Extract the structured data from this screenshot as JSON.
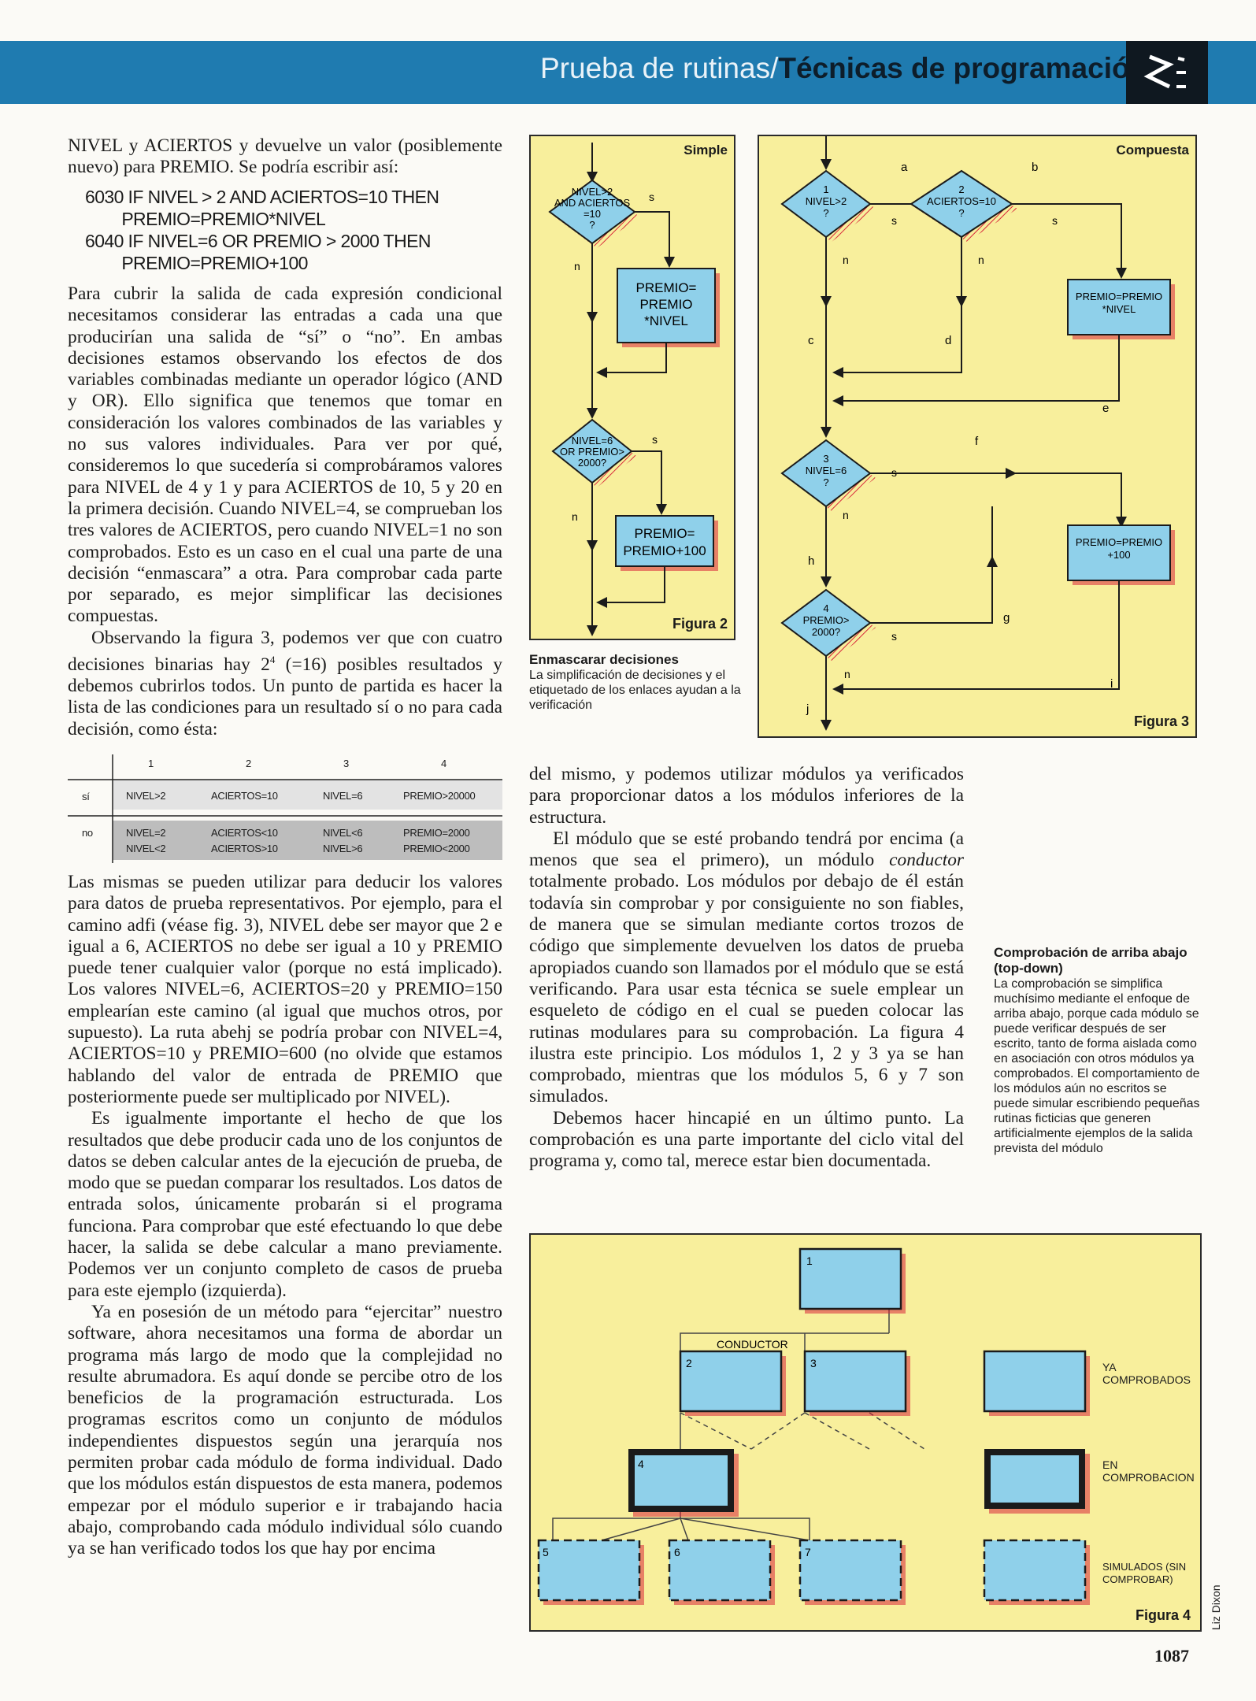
{
  "header": {
    "title_light": "Prueba de rutinas/",
    "title_bold": "Técnicas de programación"
  },
  "left_column": {
    "intro": "NIVEL y ACIERTOS y devuelve un valor (posiblemente nuevo) para PREMIO. Se podría escribir así:",
    "program": [
      "6030 IF NIVEL > 2 AND ACIERTOS=10 THEN",
      "        PREMIO=PREMIO*NIVEL",
      "6040 IF NIVEL=6 OR PREMIO > 2000 THEN",
      "        PREMIO=PREMIO+100"
    ],
    "p1": "Para cubrir la salida de cada expresión condicional necesitamos considerar las entradas a cada una que producirían una salida de “sí” o “no”. En ambas decisiones estamos observando los efectos de dos variables combinadas mediante un operador lógico (AND y OR). Ello significa que tenemos que tomar en consideración los valores combinados de las variables y no sus valores individuales. Para ver por qué, consideremos lo que sucedería si comprobáramos valores para NIVEL de 4 y 1 y para ACIERTOS de 10, 5 y 20 en la primera decisión. Cuando NIVEL=4, se comprueban los tres valores de ACIERTOS, pero cuando NIVEL=1 no son comprobados. Esto es un caso en el cual una parte de una decisión “enmascara” a otra. Para comprobar cada parte por separado, es mejor simplificar las decisiones compuestas.",
    "p2a": "Observando la figura 3, podemos ver que con cuatro decisiones binarias hay 2",
    "p2sup": "4",
    "p2b": " (=16) posibles resultados y debemos cubrirlos todos. Un punto de partida es hacer la lista de las condiciones para un resultado sí o no para cada decisión, como ésta:",
    "p3": "Las mismas se pueden utilizar para deducir los valores para datos de prueba representativos. Por ejemplo, para el camino adfi (véase fig. 3), NIVEL debe ser mayor que 2 e igual a 6, ACIERTOS no debe ser igual a 10 y PREMIO puede tener cualquier valor (porque no está implicado). Los valores NIVEL=6, ACIERTOS=20 y PREMIO=150 emplearían este camino (al igual que muchos otros, por supuesto). La ruta abehj se podría probar con NIVEL=4, ACIERTOS=10 y PREMIO=600 (no olvide que estamos hablando del valor de entrada de PREMIO que posteriormente puede ser multiplicado por NIVEL).",
    "p4": "Es igualmente importante el hecho de que los resultados que debe producir cada uno de los conjuntos de datos se deben calcular antes de la ejecución de prueba, de modo que se puedan comparar los resultados. Los datos de entrada solos, únicamente probarán si el programa funciona. Para comprobar que esté efectuando lo que debe hacer, la salida se debe calcular a mano previamente. Podemos ver un conjunto completo de casos de prueba para este ejemplo (izquierda).",
    "p5": "Ya en posesión de un método para “ejercitar” nuestro software, ahora necesitamos una forma de abordar un programa más largo de modo que la complejidad no resulte abrumadora. Es aquí donde se percibe otro de los beneficios de la programación estructurada. Los programas escritos como un conjunto de módulos independientes dispuestos según una jerarquía nos permiten probar cada módulo de forma individual. Dado que los módulos están dispuestos de esta manera, podemos empezar por el módulo superior e ir trabajando hacia abajo, comprobando cada módulo individual sólo cuando ya se han verificado todos los que hay por encima"
  },
  "table": {
    "cols": [
      "1",
      "2",
      "3",
      "4"
    ],
    "si_label": "sí",
    "no_label": "no",
    "si": [
      "NIVEL>2",
      "ACIERTOS=10",
      "NIVEL=6",
      "PREMIO>20000"
    ],
    "no1": [
      "NIVEL=2",
      "ACIERTOS<10",
      "NIVEL<6",
      "PREMIO=2000"
    ],
    "no2": [
      "NIVEL<2",
      "ACIERTOS>10",
      "NIVEL>6",
      "PREMIO<2000"
    ]
  },
  "middle_column": {
    "p1": "del mismo, y podemos utilizar módulos ya verificados para proporcionar datos a los módulos inferiores de la estructura.",
    "p2a": "El módulo que se esté probando tendrá por encima (a menos que sea el primero), un módulo ",
    "p2em": "conductor",
    "p2b": " totalmente probado. Los módulos por debajo de él están todavía sin comprobar y por consiguiente no son fiables, de manera que se simulan mediante cortos trozos de código que simplemente devuelven los datos de prueba apropiados cuando son llamados por el módulo que se está verificando. Para usar esta técnica se suele emplear un esqueleto de código en el cual se pueden colocar las rutinas modulares para su comprobación. La figura 4 ilustra este principio. Los módulos 1, 2 y 3 ya se han comprobado, mientras que los módulos 5, 6 y 7 son simulados.",
    "p3": "Debemos hacer hincapié en un último punto. La comprobación es una parte importante del ciclo vital del programa y, como tal, merece estar bien documentada."
  },
  "fig2": {
    "tag": "Simple",
    "label": "Figura 2",
    "d1": [
      "NIVEL>2",
      "AND ACIERTOS",
      "=10",
      "?"
    ],
    "d2": [
      "NIVEL=6",
      "OR PREMIO>",
      "2000?"
    ],
    "p1": [
      "PREMIO=",
      "PREMIO",
      "*NIVEL"
    ],
    "p2": [
      "PREMIO=",
      "PREMIO+100"
    ],
    "s": "s",
    "n": "n"
  },
  "fig2_caption": {
    "title": "Enmascarar decisiones",
    "text": "La simplificación de decisiones y el etiquetado de los enlaces ayudan a la verificación"
  },
  "fig3": {
    "tag": "Compuesta",
    "label": "Figura 3",
    "d1": [
      "1",
      "NIVEL>2",
      "?"
    ],
    "d2": [
      "2",
      "ACIERTOS=10",
      "?"
    ],
    "d3": [
      "3",
      "NIVEL=6",
      "?"
    ],
    "d4": [
      "4",
      "PREMIO>",
      "2000?"
    ],
    "p1": [
      "PREMIO=PREMIO",
      "*NIVEL"
    ],
    "p2": [
      "PREMIO=PREMIO",
      "+100"
    ],
    "links": {
      "a": "a",
      "b": "b",
      "c": "c",
      "d": "d",
      "e": "e",
      "f": "f",
      "g": "g",
      "h": "h",
      "i": "i",
      "j": "j"
    },
    "s": "s",
    "n": "n"
  },
  "side_note": {
    "title": "Comprobación de arriba abajo (top-down)",
    "text": "La comprobación se simplifica muchísimo mediante el enfoque de arriba abajo, porque cada módulo se puede verificar después de ser escrito, tanto de forma aislada como en asociación con otros módulos ya comprobados. El comportamiento de los módulos aún no escritos se puede simular escribiendo pequeñas rutinas ficticias que generen artificialmente ejemplos de la salida prevista del módulo"
  },
  "fig4": {
    "label": "Figura 4",
    "conductor": "CONDUCTOR",
    "modules": [
      "1",
      "2",
      "3",
      "4",
      "5",
      "6",
      "7"
    ],
    "legend": [
      "YA COMPROBADOS",
      "EN COMPROBACION",
      "SIMULADOS (SIN COMPROBAR)"
    ],
    "credit": "Liz Dixon"
  },
  "page_number": "1087",
  "colors": {
    "header": "#1f7bb0",
    "figure_bg": "#f8ef9c",
    "module": "#8fd0ea",
    "shadow": "#d8263a"
  }
}
